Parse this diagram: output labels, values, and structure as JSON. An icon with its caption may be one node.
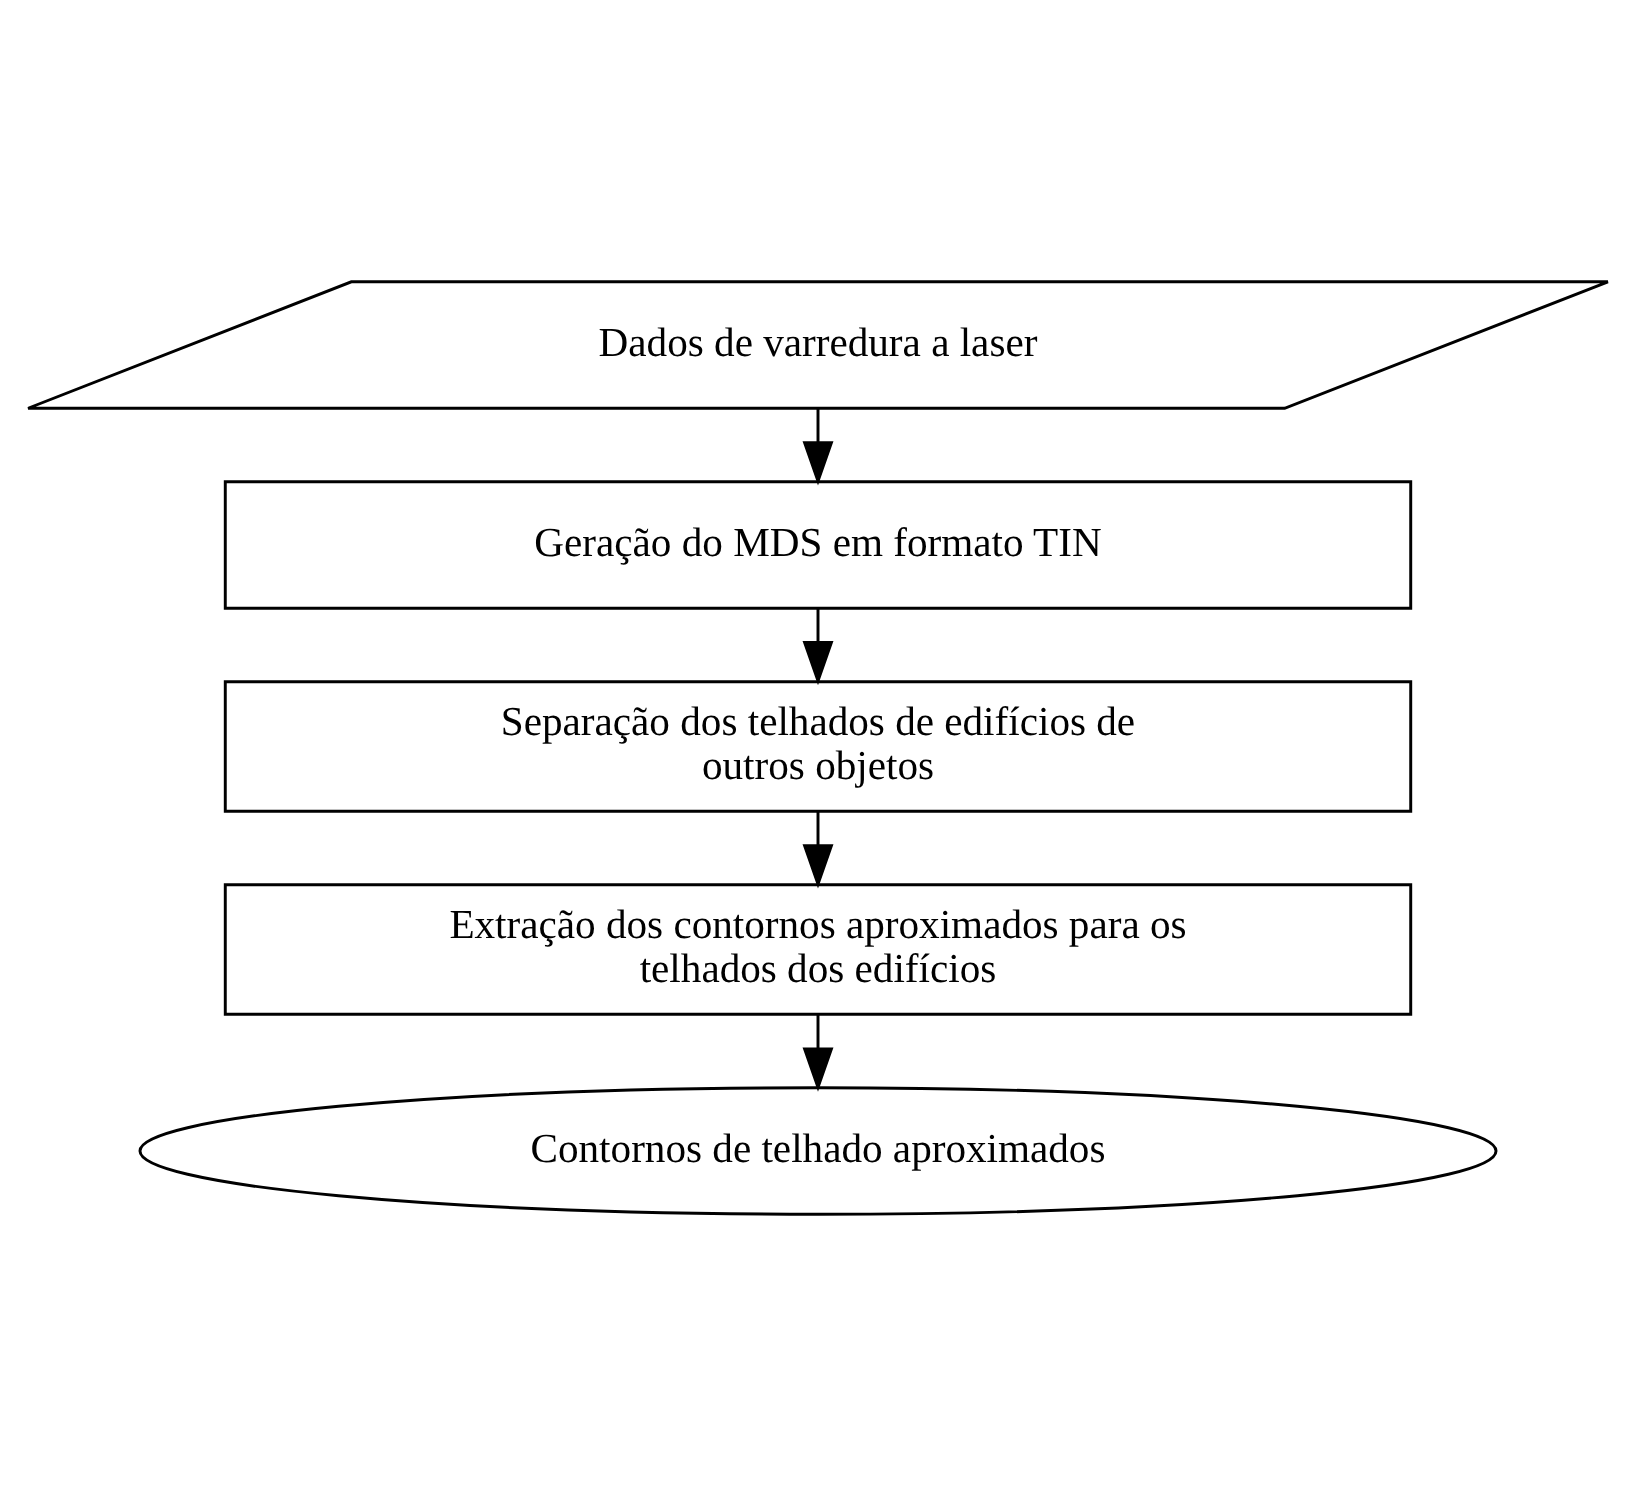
{
  "diagram": {
    "nodes": [
      {
        "text": [
          "Dados de varredura a laser"
        ]
      },
      {
        "text": [
          "Geração do MDS em formato TIN"
        ]
      },
      {
        "text": [
          "Separação dos telhados de edifícios de outros objetos"
        ]
      },
      {
        "text": [
          "Extração dos contornos aproximados para os telhados dos edifícios"
        ]
      },
      {
        "text": [
          "Contornos de telhado aproximados"
        ]
      }
    ],
    "edges": [
      {
        "from": 0,
        "to": 1,
        "arrow": "to"
      },
      {
        "from": 1,
        "to": 2,
        "arrow": "to"
      },
      {
        "from": 2,
        "to": 3,
        "arrow": "to"
      },
      {
        "from": 3,
        "to": 4,
        "arrow": "to"
      }
    ]
  }
}
